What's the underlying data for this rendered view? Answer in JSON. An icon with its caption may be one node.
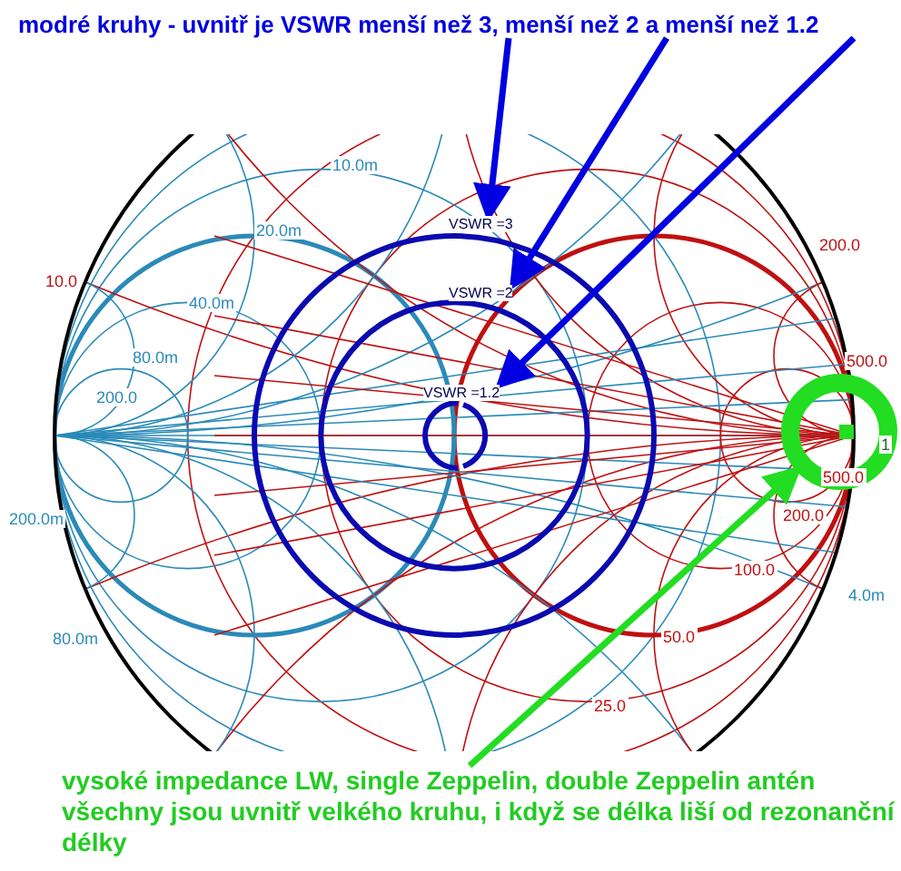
{
  "diagram": {
    "nodes": [
      {
        "text": [
          "modré kruhy - uvnitř je VSWR menší než 3, menší než 2 a menší než 1.2"
        ]
      },
      {
        "text": [
          "VSWR =3"
        ]
      },
      {
        "text": [
          "VSWR =2"
        ]
      },
      {
        "text": [
          "VSWR =1.2"
        ]
      },
      {
        "text": [],
        "shape": "circle"
      },
      {
        "text": [
          "vysoké impedance LW, single Zeppelin, double Zeppelin antén všechny jsou uvnitř velkého kruhu, i když se délka liší od rezonanční délky"
        ]
      }
    ],
    "edges": [
      {
        "from": 0,
        "to": 1,
        "arrow": "to"
      },
      {
        "from": 0,
        "to": 2,
        "arrow": "to"
      },
      {
        "from": 0,
        "to": 3,
        "arrow": "to"
      },
      {
        "from": 5,
        "to": 4,
        "arrow": "to",
        "color": "#22dd22"
      }
    ],
    "labels": [
      "10.0m",
      "20.0m",
      "200.0",
      "10.0",
      "40.0m",
      "80.0m",
      "500.0",
      "200.0",
      "1",
      "500.0",
      "200.0",
      "200.0m",
      "100.0",
      "4.0m",
      "50.0",
      "80.0m",
      "25.0"
    ]
  }
}
